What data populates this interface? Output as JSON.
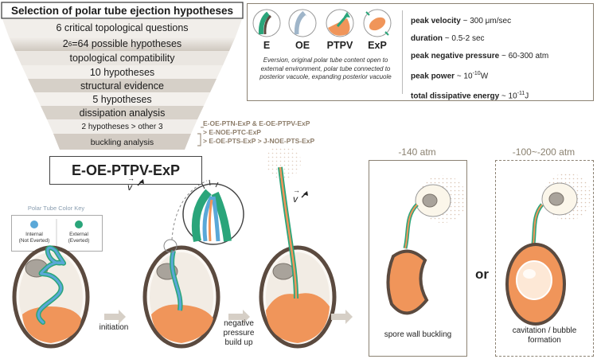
{
  "funnel": {
    "title": "Selection of polar tube ejection hypotheses",
    "rows": [
      "6 critical topological questions",
      "possible hypotheses",
      "topological compatibility",
      "10 hypotheses",
      "structural evidence",
      "5 hypotheses",
      "dissipation analysis",
      "2 hypotheses > other 3",
      "buckling analysis"
    ],
    "exponent_base": "2",
    "exponent_power": "6",
    "exponent_rest": "=64"
  },
  "side_list": [
    "E-OE-PTN-ExP & E-OE-PTPV-ExP",
    "> E-NOE-PTC-ExP",
    "> E-OE-PTS-ExP > J-NOE-PTS-ExP"
  ],
  "result": "E-OE-PTPV-ExP",
  "info": {
    "icons": [
      "E",
      "OE",
      "PTPV",
      "ExP"
    ],
    "description": "Eversion, original polar tube content open to external environment, polar tube connected to posterior vacuole, expanding posterior vacuole",
    "metrics": [
      {
        "label": "peak velocity",
        "value": " ~ 300 μm/sec",
        "sup": ""
      },
      {
        "label": "duration",
        "value": " ~ 0.5-2 sec",
        "sup": ""
      },
      {
        "label": "peak negative pressure",
        "value": " ~ 60-300 atm",
        "sup": ""
      },
      {
        "label": "peak power",
        "value": " ~ 10",
        "sup": "-10",
        "unit": "W"
      },
      {
        "label": "total dissipative energy",
        "value": " ~ 10",
        "sup": "-11",
        "unit": "J"
      }
    ]
  },
  "color_key": {
    "title": "Polar Tube Color Key",
    "internal": "Internal\n(Not Everted)",
    "external": "External\n(Everted)"
  },
  "steps": {
    "initiation": "initiation",
    "negative": "negative\npressure\nbuild up",
    "velocity": "v"
  },
  "outcomes": {
    "p1": "-140 atm",
    "p2": "-100~-200 atm",
    "c1": "spore wall buckling",
    "c2": "cavitation / bubble\nformation",
    "or": "or"
  },
  "colors": {
    "orange": "#f0955a",
    "green": "#2aa57a",
    "blue": "#5aa8d8",
    "brown": "#5b4a3f",
    "funnel_dark": "#cfc8bf",
    "funnel_light": "#ede9e4"
  }
}
